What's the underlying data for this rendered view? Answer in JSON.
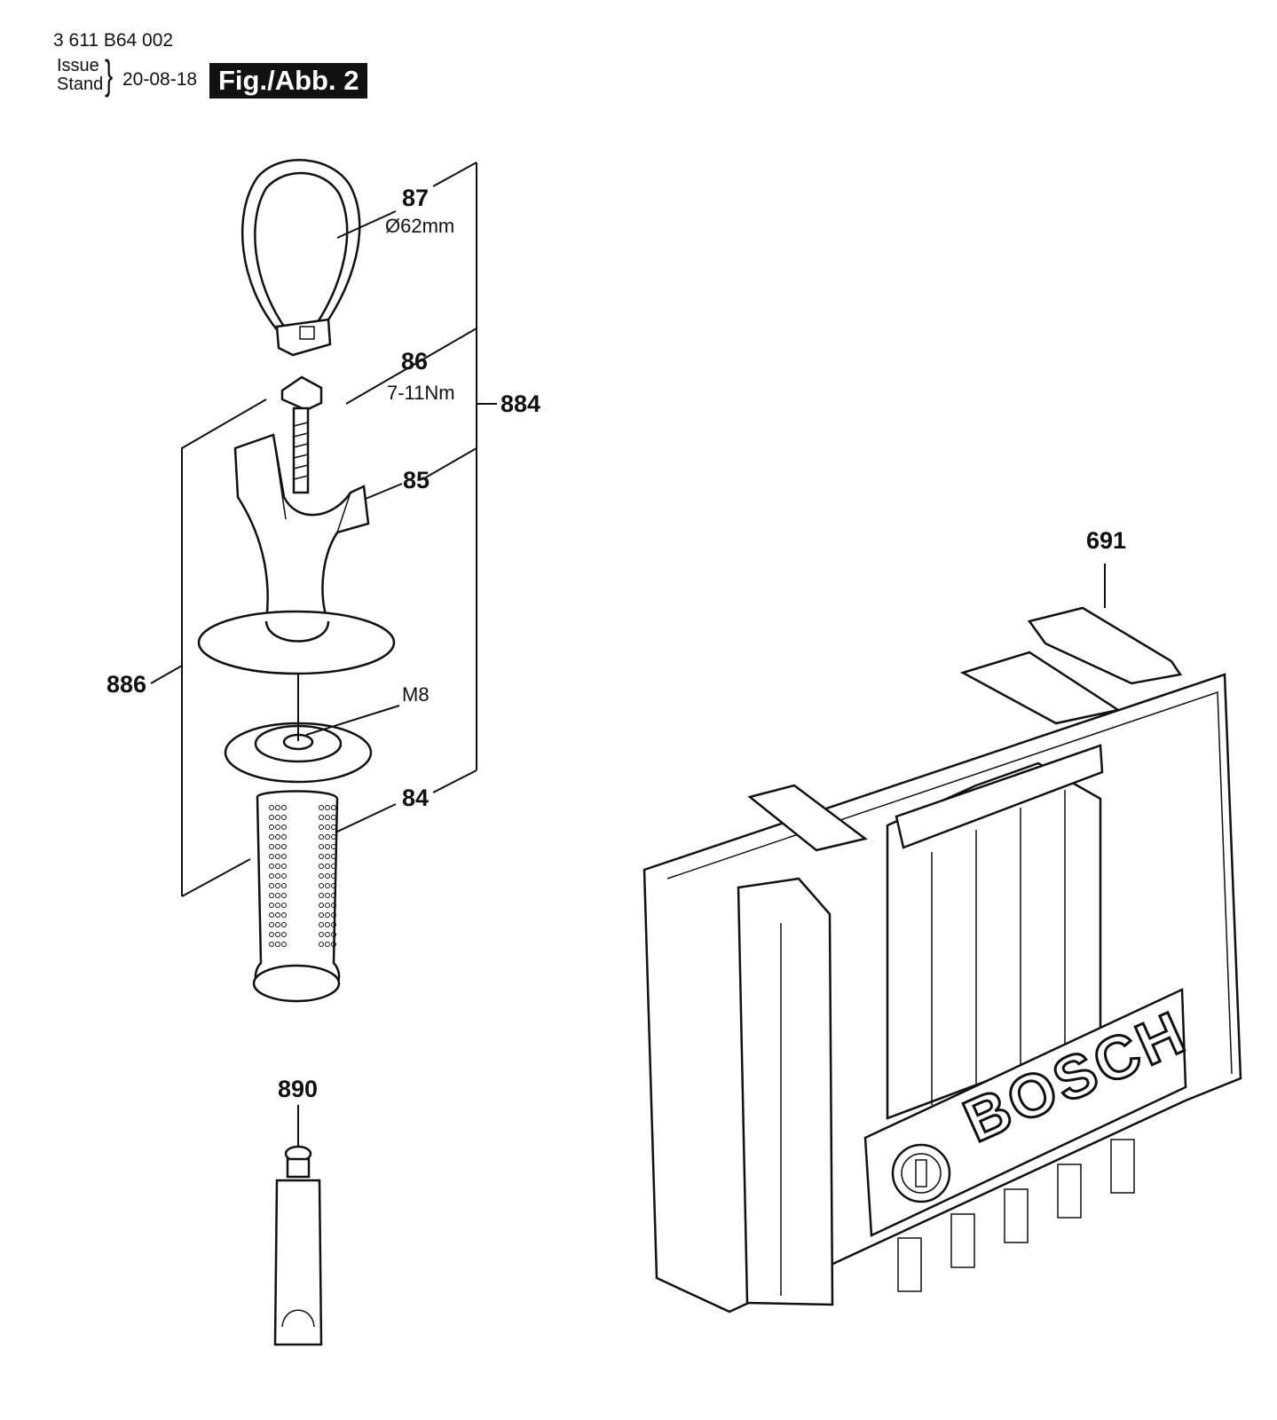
{
  "header": {
    "part_number": "3 611 B64 002",
    "issue_label": "Issue",
    "stand_label": "Stand",
    "brace": "}",
    "date": "20-08-18",
    "figure": "Fig./Abb. 2"
  },
  "callouts": {
    "p87": "87",
    "p87_spec": "Ø62mm",
    "p86": "86",
    "p86_spec": "7-11Nm",
    "p884": "884",
    "p85": "85",
    "p886": "886",
    "m8": "M8",
    "p84": "84",
    "p890": "890",
    "p691": "691"
  },
  "case_branding": "BOSCH"
}
